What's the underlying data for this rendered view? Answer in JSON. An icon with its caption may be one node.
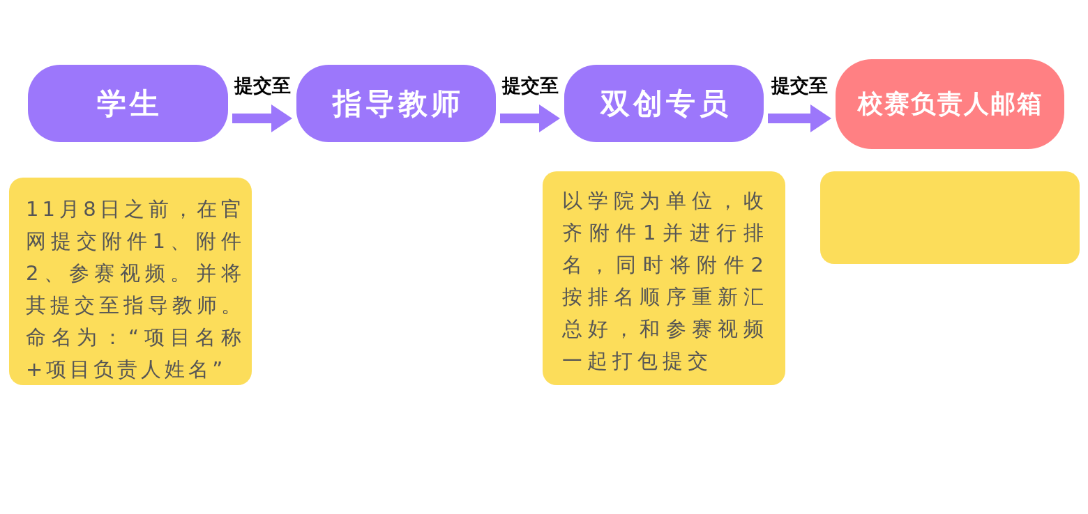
{
  "diagram": {
    "nodes": [
      {
        "text": [
          "学生"
        ]
      },
      {
        "text": [
          "指导教师"
        ]
      },
      {
        "text": [
          "双创专员"
        ]
      },
      {
        "text": [
          "校赛负责人邮箱"
        ]
      },
      {
        "text": [
          "11月8日之前，在官网提交附件1、附件2、参赛视频。并将其提交至指导教师。命名为：“项目名称+项目负责人姓名”"
        ]
      },
      {
        "text": [
          "以学院为单位，收齐附件1并进行排名，同时将附件2按排名顺序重新汇总好，和参赛视频一起打包提交"
        ]
      },
      {
        "text": [],
        "shape": "box"
      }
    ],
    "edges": [
      {
        "from": 0,
        "to": 1,
        "arrow": "to",
        "label": "提交至"
      },
      {
        "from": 1,
        "to": 2,
        "arrow": "to",
        "label": "提交至"
      },
      {
        "from": 2,
        "to": 3,
        "arrow": "to",
        "label": "提交至"
      }
    ]
  }
}
